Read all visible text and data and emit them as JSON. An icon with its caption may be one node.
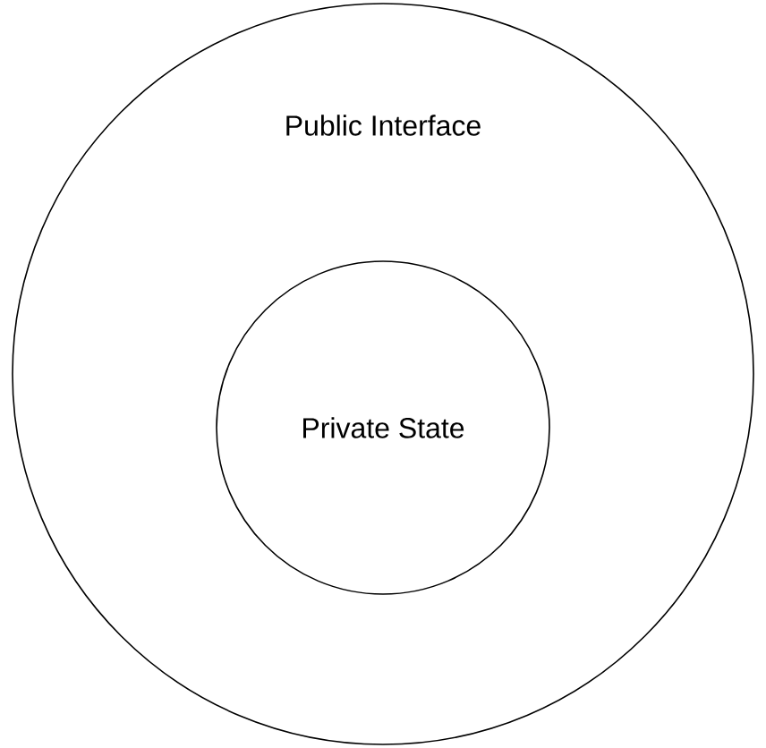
{
  "diagram": {
    "nodes": [
      {
        "text": [
          "Public Interface"
        ]
      },
      {
        "text": [
          "Private State"
        ],
        "in": 0
      }
    ]
  }
}
